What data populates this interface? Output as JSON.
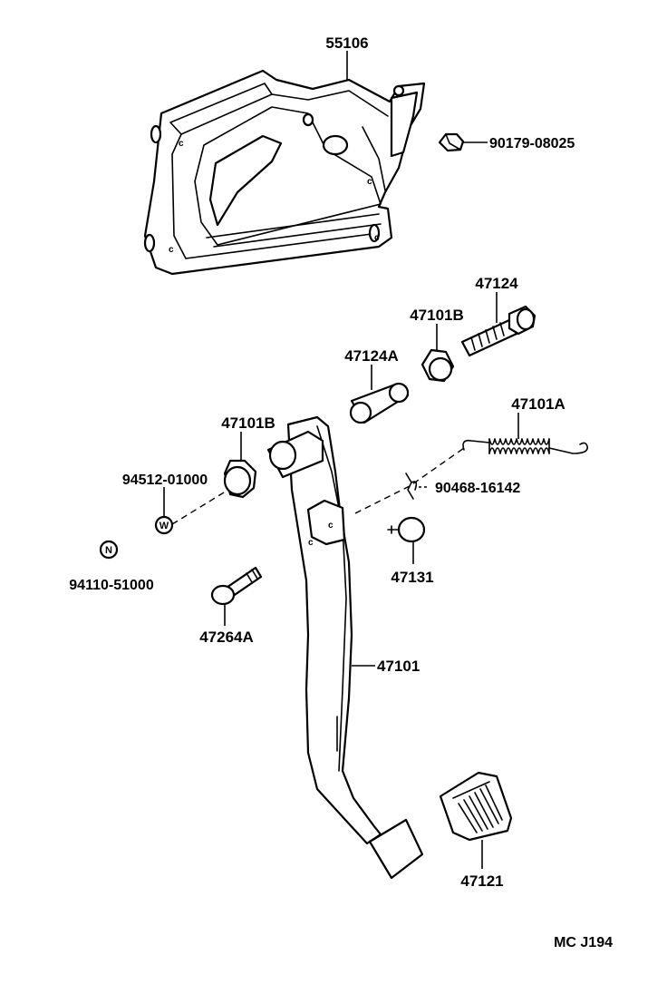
{
  "parts": {
    "bracket": "55106",
    "clip_top": "90179-08025",
    "bolt": "47124",
    "bushing_right": "47101B",
    "collar": "47124A",
    "spring": "47101A",
    "bushing_left": "47101B",
    "washer_part": "94512-01000",
    "washer_symbol": "W",
    "clip_spring": "90468-16142",
    "nut_symbol": "N",
    "nut_part": "94110-51000",
    "stopper": "47131",
    "pin": "47264A",
    "pedal_arm": "47101",
    "pedal_pad": "47121"
  },
  "footer": {
    "code": "MC J194"
  }
}
